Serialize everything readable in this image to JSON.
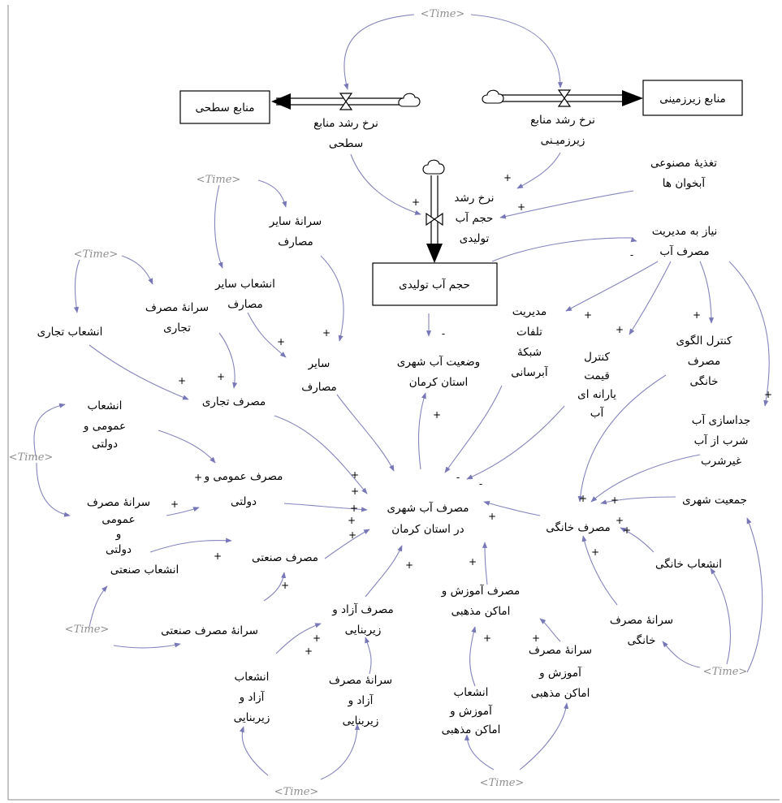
{
  "stocks": {
    "surface_resources": "منابع سطحی",
    "groundwater_resources": "منابع زیرزمینی",
    "produced_water": "حجم آب تولیدی"
  },
  "flows": {
    "surface_growth": [
      "نرخ رشد منابع",
      "سطحی"
    ],
    "ground_growth": [
      "نرخ رشد منابع",
      "زیرزمیـنی"
    ],
    "produced_growth": [
      "نرخ رشد",
      "حجم آب",
      "تولیدی"
    ]
  },
  "variables": {
    "artificial_recharge": [
      "تغذیۀ مصنوعی",
      "آبخوان ها"
    ],
    "management_need": [
      "نیاز به مدیریت",
      "مصرف آب"
    ],
    "network_losses": [
      "مدیریت",
      "تلفات",
      "شبکۀ",
      "آبرسانی"
    ],
    "subsidy_price": [
      "کنترل",
      "قیمت",
      "یارانه ای",
      "آب"
    ],
    "household_pattern": [
      "کنترل الگوی",
      "مصرف",
      "خانگی"
    ],
    "water_separation": [
      "جداسازی آب",
      "شرب از آب",
      "غیرشرب"
    ],
    "urban_population": "جمعیت شهری",
    "household_branches": "انشعاب خانگی",
    "household_per_capita": [
      "سرانۀ مصرف",
      "خانگی"
    ],
    "household_use": "مصرف خانگی",
    "water_status": [
      "وضعیت آب شهری",
      "استان کرمان"
    ],
    "urban_use": [
      "مصرف آب شهری",
      "در استان کرمان"
    ],
    "other_per_capita": [
      "سرانۀ سایر",
      "مصارف"
    ],
    "other_branches": [
      "انشعاب سایر",
      "مصارف"
    ],
    "other_use": [
      "سایر",
      "مصارف"
    ],
    "commercial_branches": "انشعاب تجاری",
    "commercial_per_capita": [
      "سرانۀ مصرف",
      "تجاری"
    ],
    "commercial_use": "مصرف تجاری",
    "public_branches": [
      "انشعاب",
      "عمومی و",
      "دولتی"
    ],
    "public_use": [
      "مصرف عمومی و",
      "دولتی"
    ],
    "public_per_capita": [
      "سرانۀ مصرف",
      "عمومی",
      "و",
      "دولتی"
    ],
    "industrial_branches": "انشعاب صنعتی",
    "industrial_use": "مصرف صنعتی",
    "industrial_per_capita": "سرانۀ مصرف صنعتی",
    "free_zone_use": [
      "مصرف آزاد و",
      "زیربنایی"
    ],
    "free_zone_branches": [
      "انشعاب",
      "آزاد و",
      "زیربنایی"
    ],
    "free_zone_per_capita": [
      "سرانۀ مصرف",
      "آزاد و",
      "زیربنایی"
    ],
    "education_use": [
      "مصرف آموزش و",
      "اماکن مذهبی"
    ],
    "education_branches": [
      "انشعاب",
      "آموزش و",
      "اماکن مذهبی"
    ],
    "education_per_capita": [
      "سرانۀ مصرف",
      "آموزش و",
      "اماکن مذهبی"
    ]
  },
  "shadow_variable": "Time",
  "polarity": {
    "plus": "+",
    "minus": "-"
  },
  "colors": {
    "link": "#8585bb",
    "shadow": "#8e8e8e",
    "ink": "#000000"
  }
}
